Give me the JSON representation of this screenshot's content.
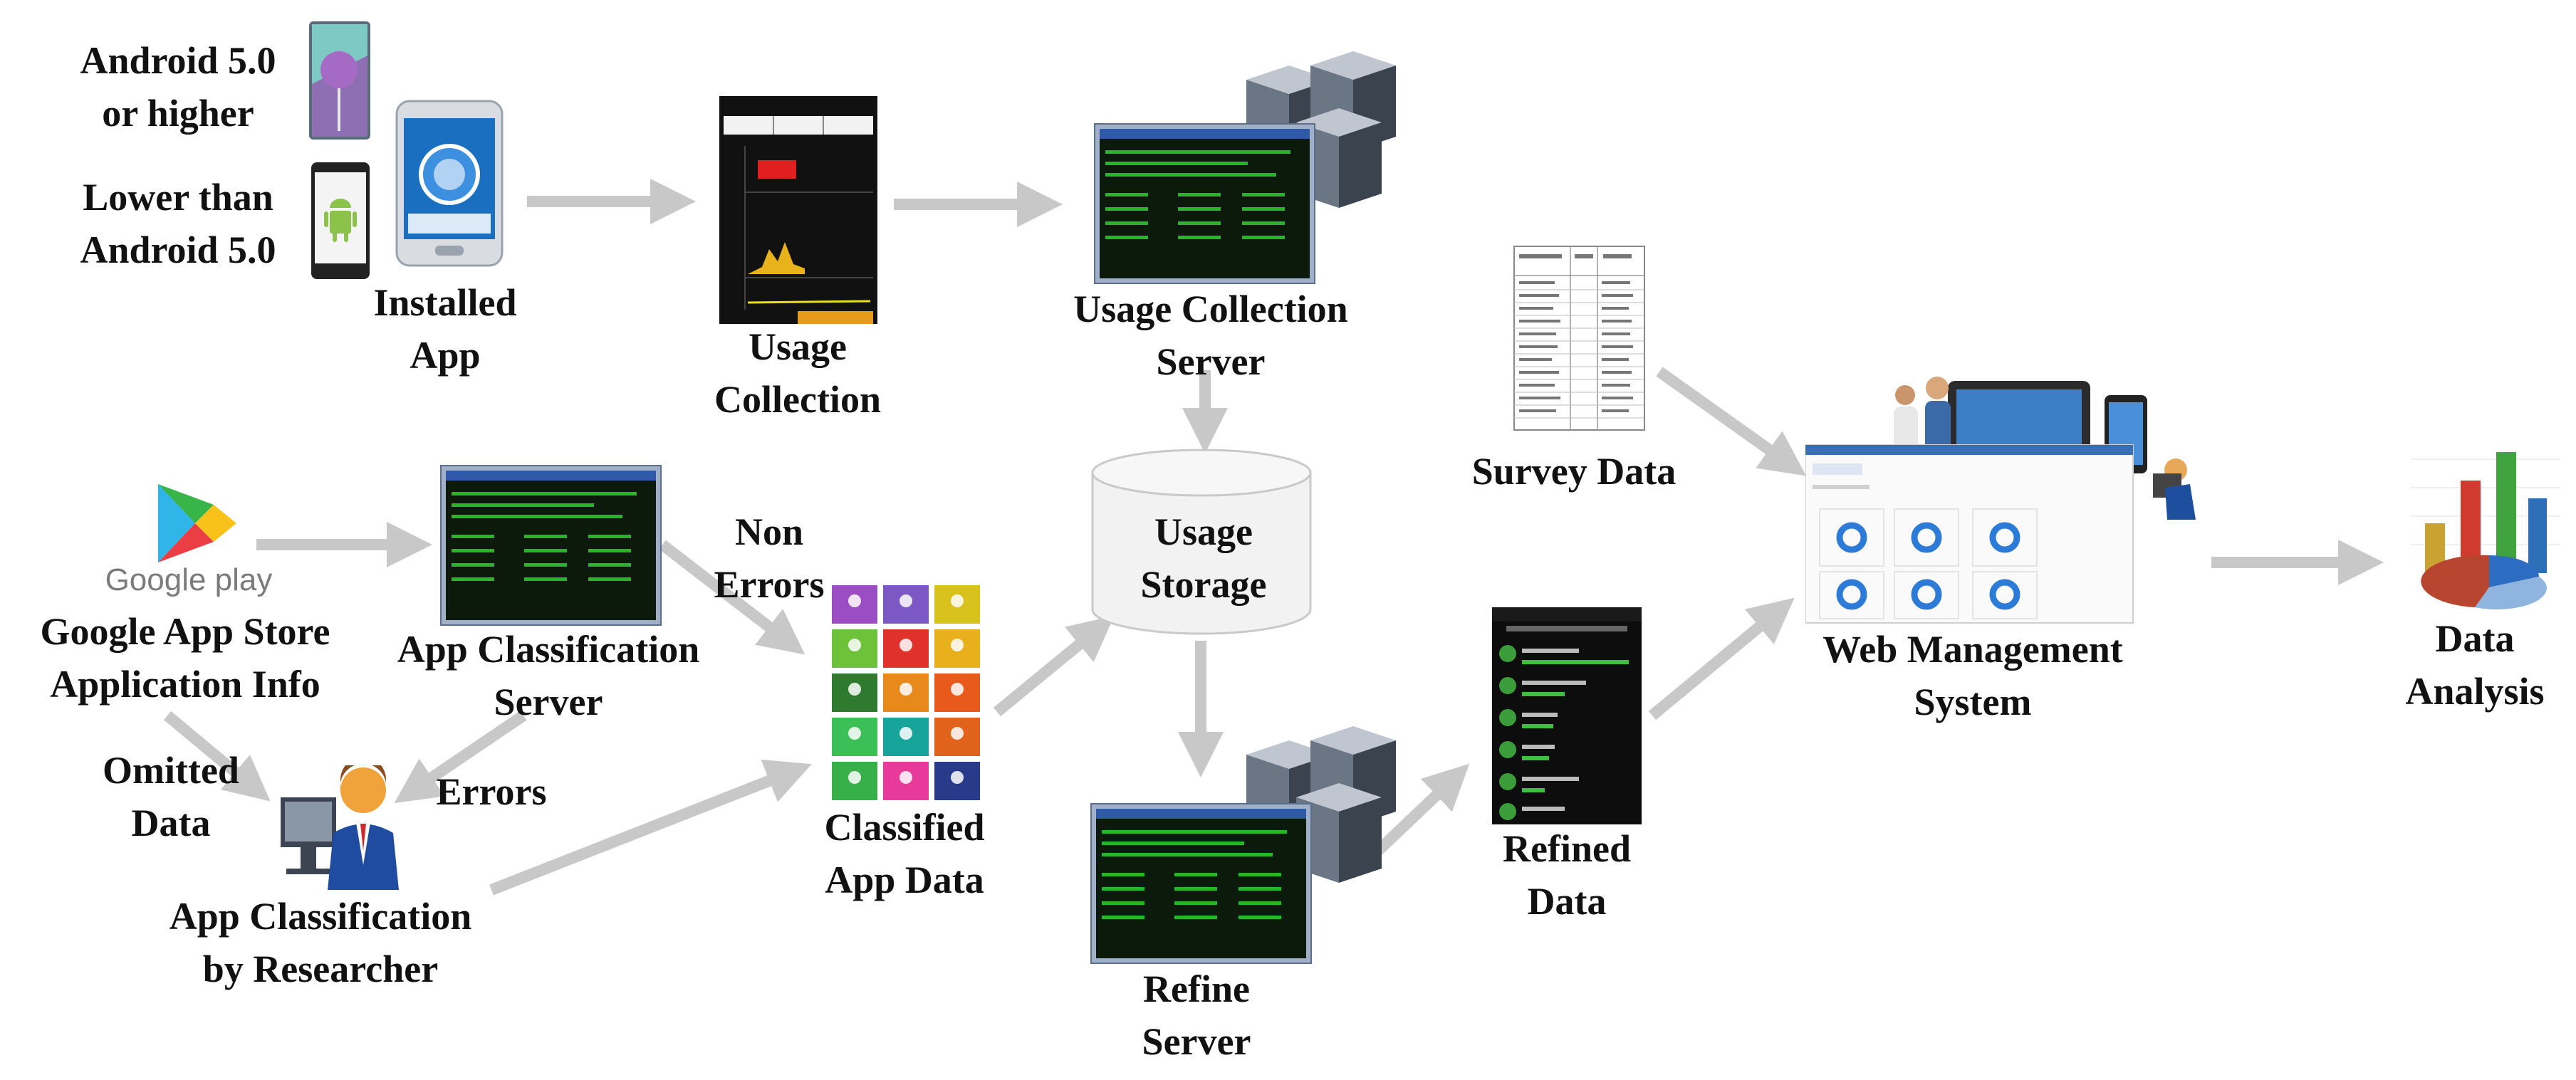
{
  "labels": {
    "android5_higher": [
      "Android 5.0",
      "or higher"
    ],
    "lower_android5": [
      "Lower than",
      "Android 5.0"
    ],
    "installed_app": [
      "Installed",
      "App"
    ],
    "usage_collection": [
      "Usage",
      "Collection"
    ],
    "usage_collection_server": [
      "Usage Collection",
      "Server"
    ],
    "usage_storage": [
      "Usage",
      "Storage"
    ],
    "survey_data": "Survey Data",
    "web_management_system": [
      "Web Management",
      "System"
    ],
    "data_analysis": [
      "Data",
      "Analysis"
    ],
    "google_app_store": [
      "Google App Store",
      "Application Info"
    ],
    "app_classification_server": [
      "App Classification",
      "Server"
    ],
    "non_errors": [
      "Non",
      "Errors"
    ],
    "errors": "Errors",
    "omitted_data": [
      "Omitted",
      "Data"
    ],
    "app_classification_researcher": [
      "App Classification",
      "by Researcher"
    ],
    "classified_app_data": [
      "Classified",
      "App Data"
    ],
    "refine_server": [
      "Refine",
      "Server"
    ],
    "refined_data": [
      "Refined",
      "Data"
    ],
    "google_play_logo": "Google play"
  },
  "icons": {
    "lollipop": "lollipop-phone-icon",
    "android": "android-phone-icon",
    "app_phone": "installed-app-phone-icon",
    "usage_phone": "usage-collection-phone-icon",
    "server_rack": "server-rack-icon",
    "terminal": "terminal-window-icon",
    "database": "database-cylinder-icon",
    "survey_table": "survey-table-icon",
    "web_dashboard": "web-dashboard-icon",
    "charts": "data-analysis-charts-icon",
    "google_play": "google-play-icon",
    "researcher": "researcher-at-computer-icon",
    "app_grid": "app-category-grid-icon",
    "refined_phone": "battery-usage-phone-icon"
  },
  "colors": {
    "arrow": "#c8c8c8",
    "terminal_bg": "#0b1a0b",
    "terminal_text": "#2fd12f",
    "terminal_frame": "#2e5aa8",
    "database_fill": "#f2f2f2"
  }
}
